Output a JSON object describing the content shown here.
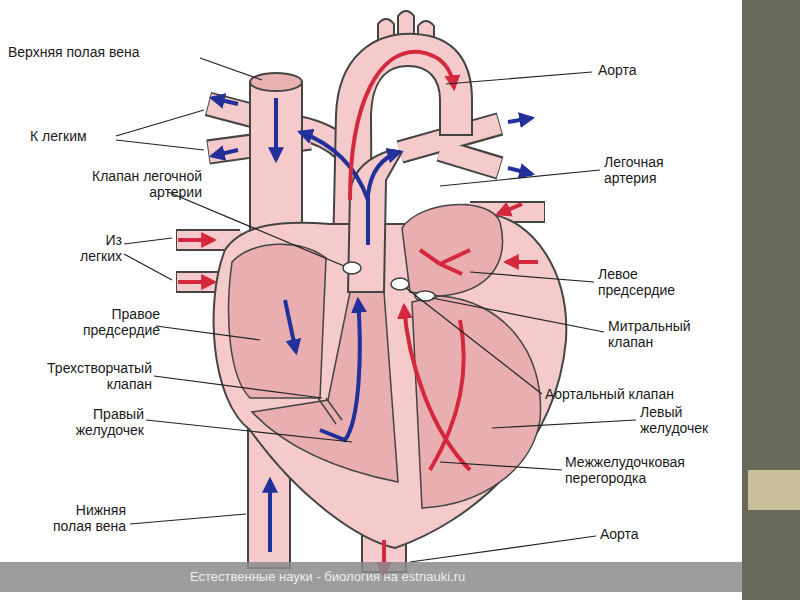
{
  "diagram": {
    "labels": [
      "Верхняя полая вена",
      "К легким",
      "Клапан легочной артерии",
      "Из легких",
      "Правое предсердие",
      "Трехстворчатый клапан",
      "Правый желудочек",
      "Нижняя полая вена",
      "Аорта",
      "Легочная артерия",
      "Левое предсердие",
      "Митральный клапан",
      "Аортальный клапан",
      "Левый желудочек",
      "Межжелудочковая перегородка",
      "Аорта",
      "Естественные науки - биология на estnauki.ru"
    ]
  }
}
